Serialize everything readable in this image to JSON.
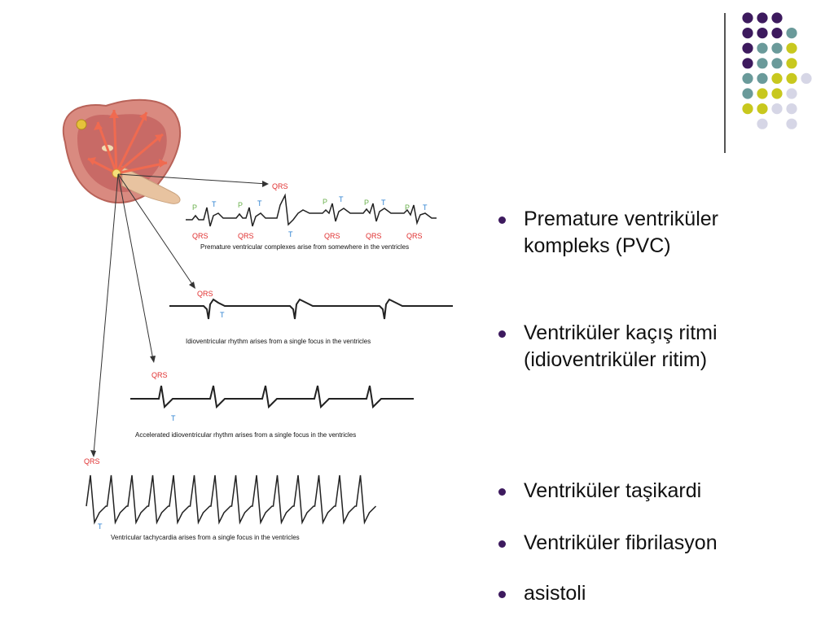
{
  "bullets": [
    "Premature ventriküler kompleks (PVC)",
    "Ventriküler kaçış ritmi (idioventriküler ritim)",
    "Ventriküler taşikardi",
    "Ventriküler fibrilasyon",
    "asistoli"
  ],
  "diagram": {
    "label_qrs": "QRS",
    "label_p": "P",
    "label_t": "T",
    "captions": [
      "Premature ventricular complexes arise from somewhere in the ventricles",
      "Idioventricular rhythm arises from a single focus in the ventricles",
      "Accelerated idioventricular rhythm arises from a single focus in the ventricles",
      "Ventricular tachycardia arises from a single focus in the ventricles"
    ]
  },
  "colors": {
    "dot_purple": "#3d1a5e",
    "dot_teal": "#6a9a9a",
    "dot_yellow": "#c8c81e",
    "dot_lavender": "#d6d6e6",
    "label_red": "#e03030",
    "label_blue": "#2a7fd0",
    "label_green": "#6ab04c"
  }
}
